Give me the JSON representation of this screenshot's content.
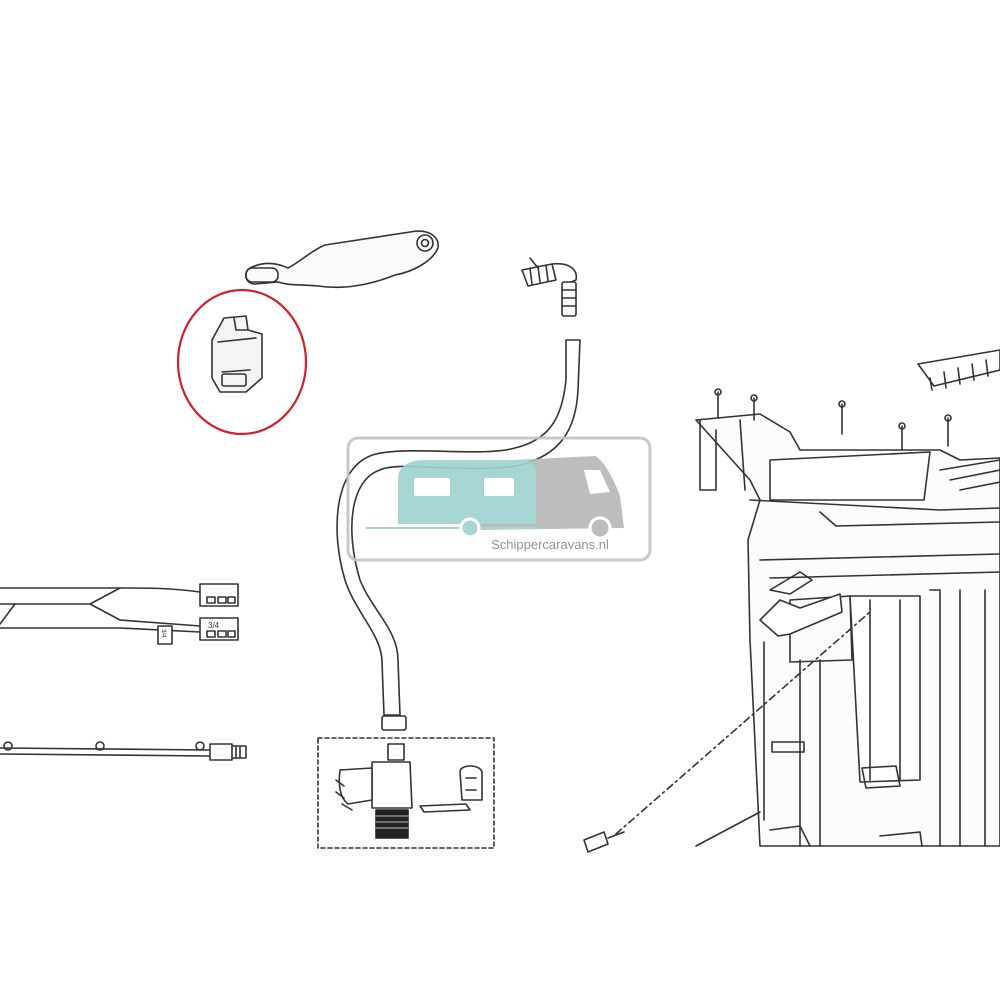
{
  "watermark": {
    "text": "Schippercaravans.nl",
    "colors": {
      "caravan": "#9fd3d0",
      "camper": "#b8b8b8",
      "frame": "#c4c4c4"
    }
  },
  "wiring_labels": {
    "connector_top": "",
    "connector_bottom": "3/4",
    "splice_tag": "3/4"
  },
  "highlight": {
    "color": "#d0202a",
    "part": "switch-cover"
  },
  "line_color": "#333333"
}
